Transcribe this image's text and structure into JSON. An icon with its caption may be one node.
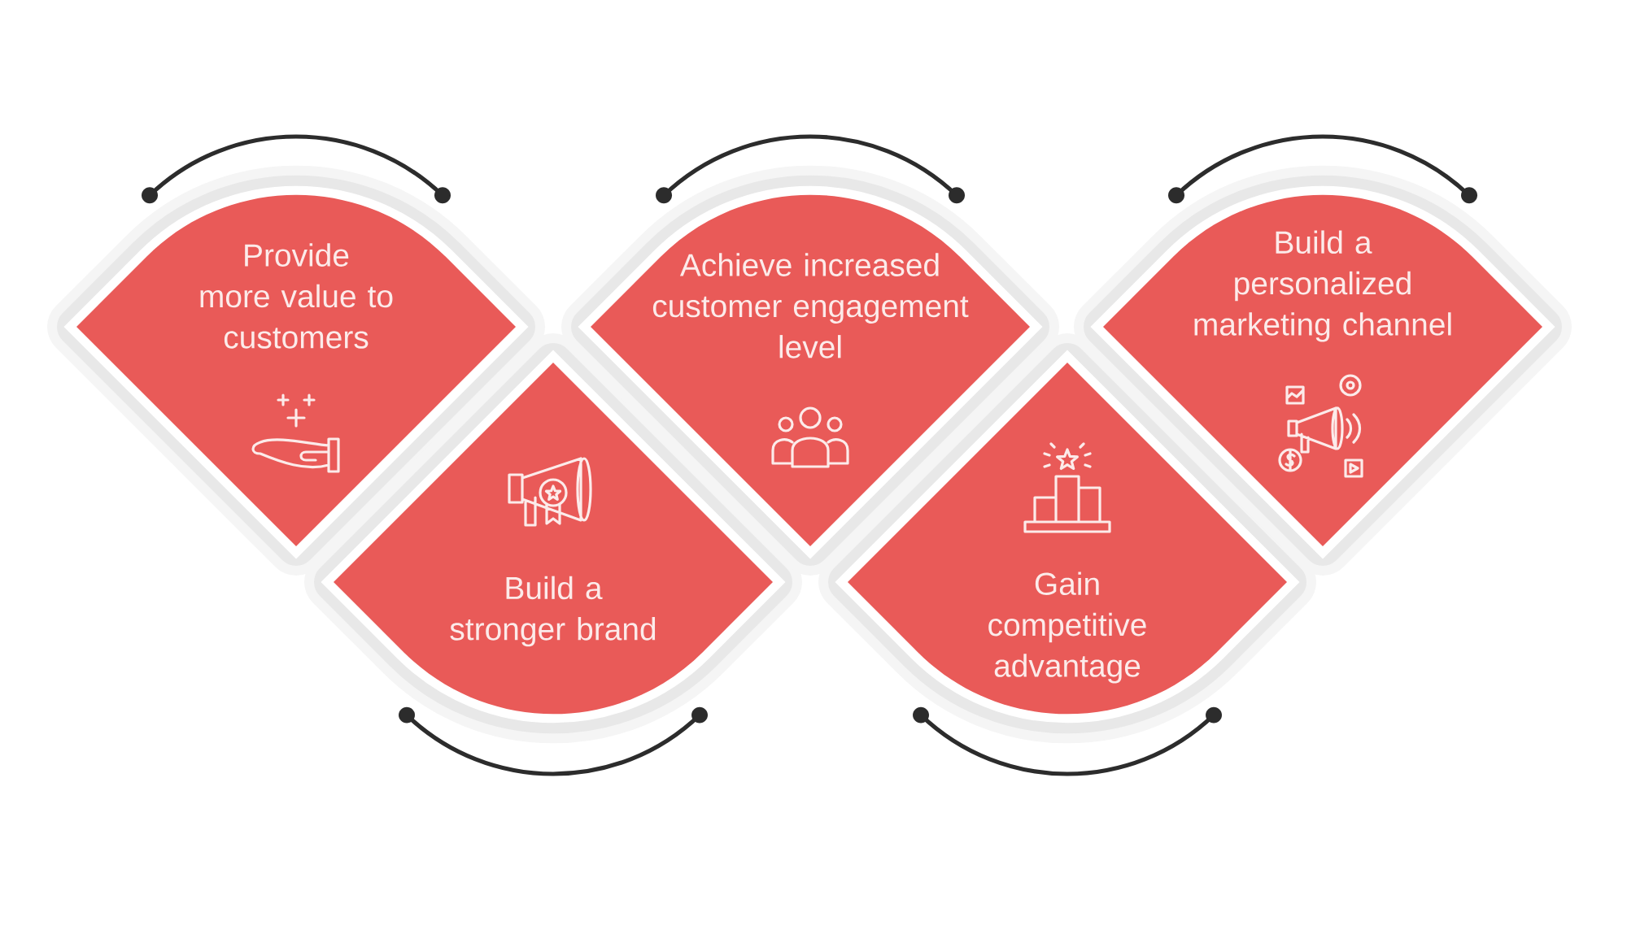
{
  "diagram": {
    "nodes": [
      {
        "text": [
          "Provide more value to customers"
        ]
      },
      {
        "text": [
          "Build a stronger brand"
        ]
      },
      {
        "text": [
          "Achieve increased customer engagement level"
        ]
      },
      {
        "text": [
          "Gain competitive advantage"
        ]
      },
      {
        "text": [
          "Build a personalized marketing channel"
        ]
      }
    ]
  }
}
